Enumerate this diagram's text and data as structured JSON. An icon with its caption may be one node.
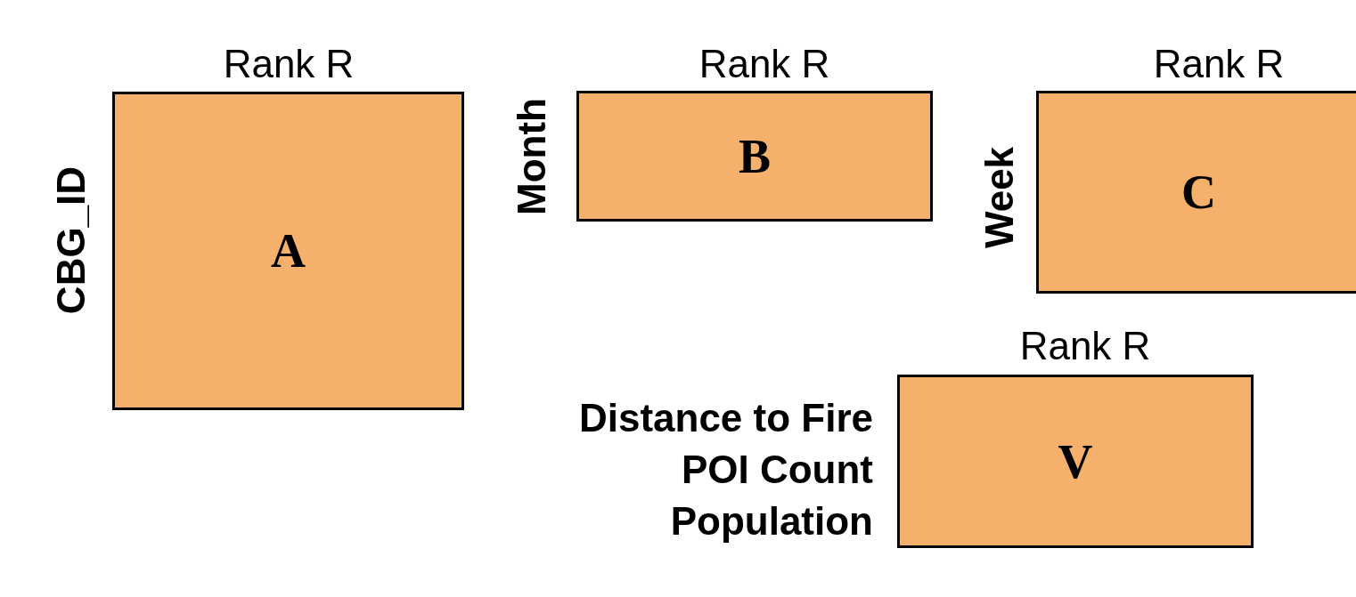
{
  "diagram": {
    "nodes": [
      {
        "text": [
          "A"
        ],
        "beside": [
          "Rank R",
          "CBG_ID"
        ]
      },
      {
        "text": [
          "B"
        ],
        "beside": [
          "Rank R",
          "Month"
        ]
      },
      {
        "text": [
          "C"
        ],
        "beside": [
          "Rank R",
          "Week"
        ]
      },
      {
        "text": [
          "V"
        ],
        "beside": [
          "Rank R",
          "Distance to Fire",
          "POI Count",
          "Population"
        ]
      }
    ],
    "edges": []
  }
}
